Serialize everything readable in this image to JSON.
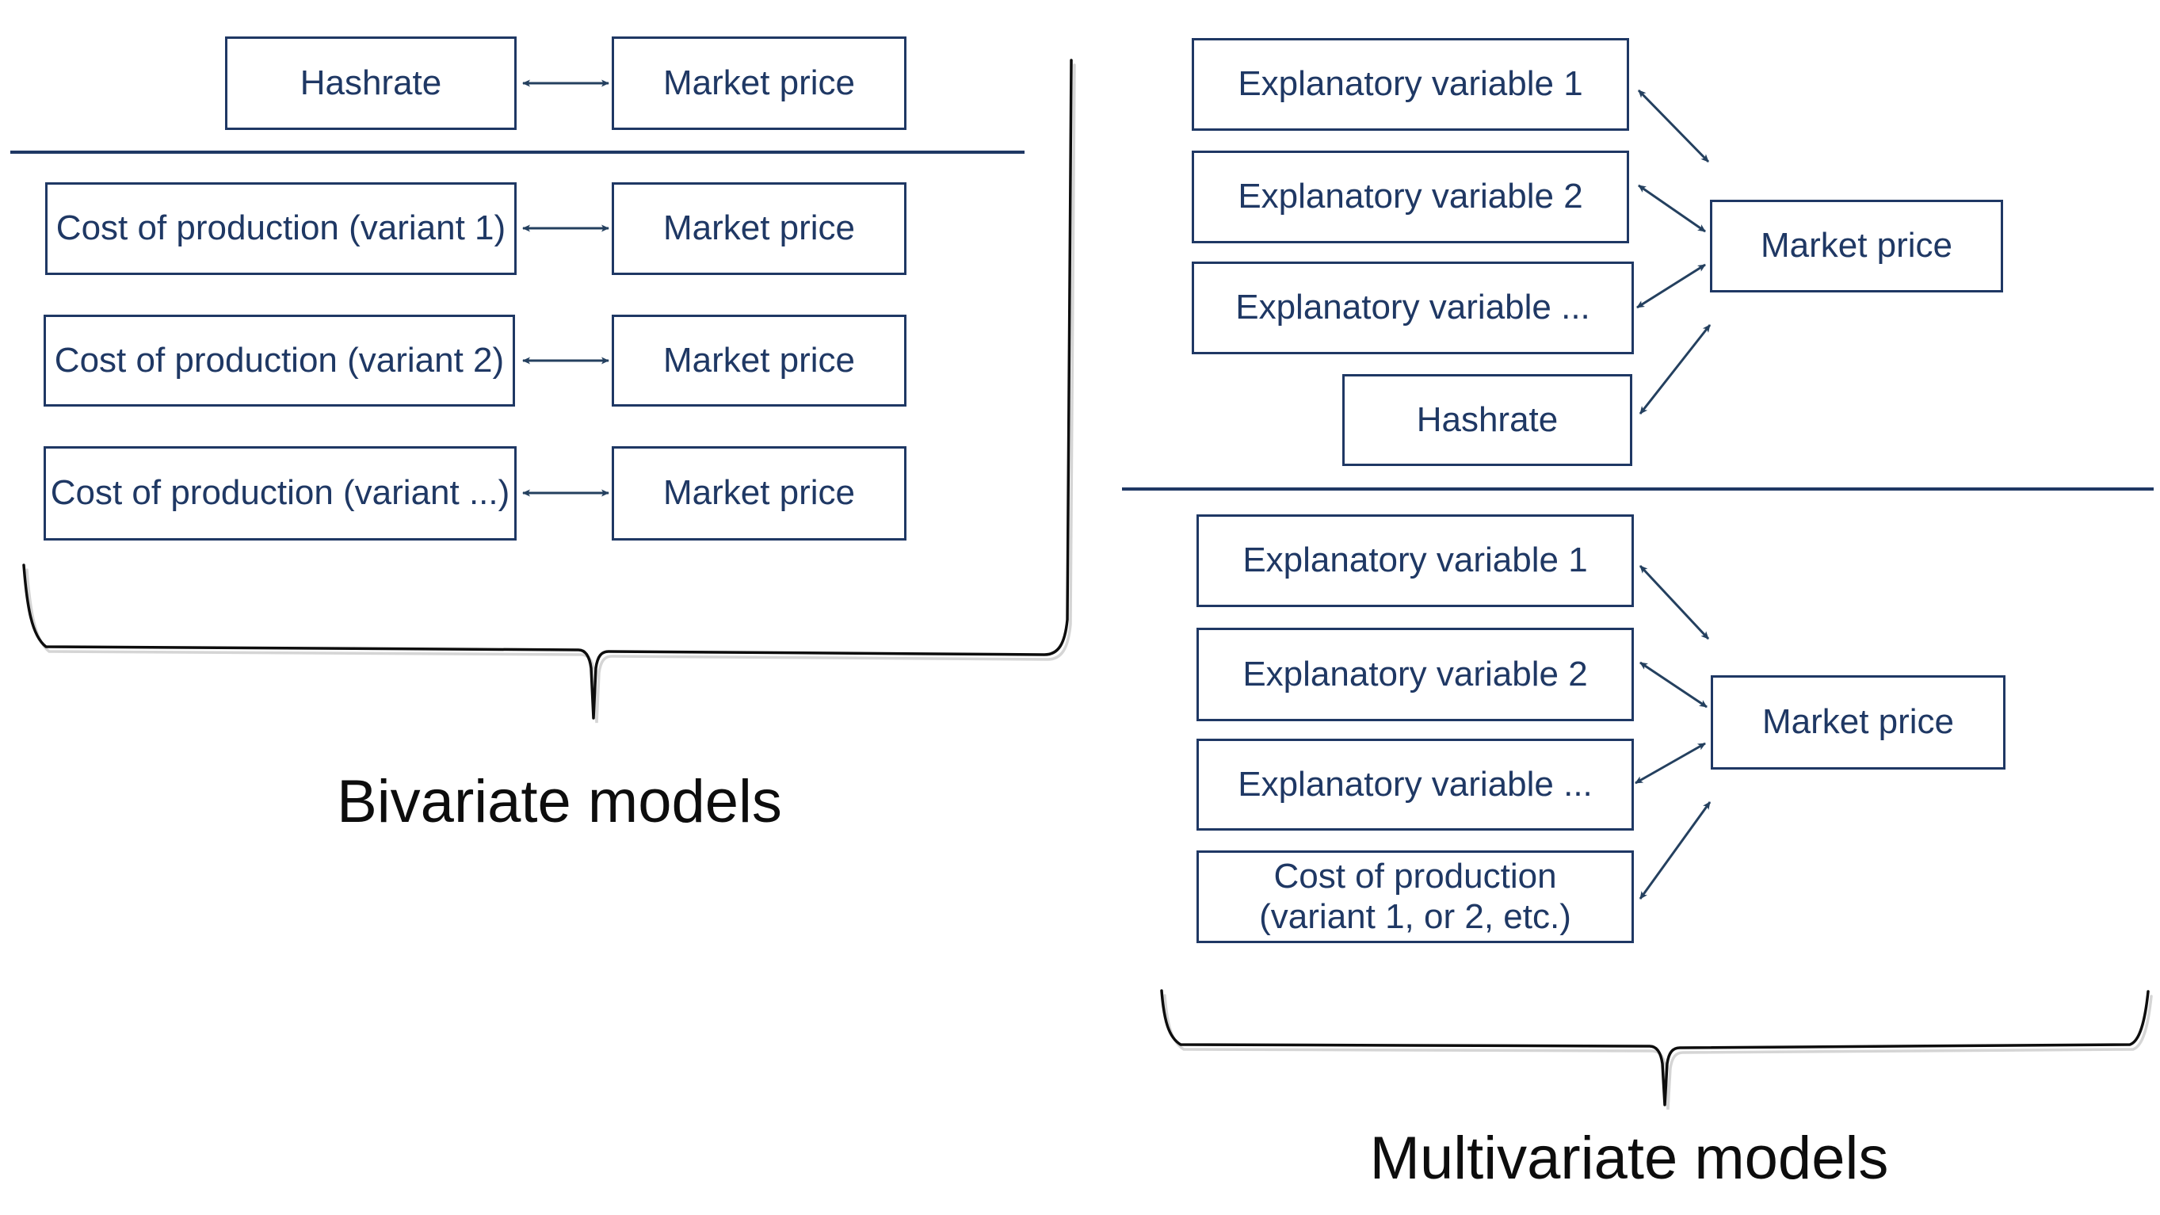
{
  "bivariate": {
    "label": "Bivariate models",
    "pairs": [
      {
        "left": "Hashrate",
        "right": "Market price"
      },
      {
        "left": "Cost of production (variant 1)",
        "right": "Market price"
      },
      {
        "left": "Cost of production (variant 2)",
        "right": "Market price"
      },
      {
        "left": "Cost of production (variant ...)",
        "right": "Market price"
      }
    ]
  },
  "multivariate": {
    "label": "Multivariate models",
    "top": {
      "inputs": [
        "Explanatory variable 1",
        "Explanatory variable 2",
        "Explanatory variable ...",
        "Hashrate"
      ],
      "target": "Market price"
    },
    "bottom": {
      "inputs": [
        "Explanatory variable 1",
        "Explanatory variable 2",
        "Explanatory variable ..."
      ],
      "cost_of_production": {
        "line1": "Cost of production",
        "line2": "(variant 1, or 2, etc.)"
      },
      "target": "Market price"
    }
  },
  "colors": {
    "box_border_and_text": "#1f3864",
    "arrow": "#24405f",
    "section_label": "#0d0d0d"
  }
}
